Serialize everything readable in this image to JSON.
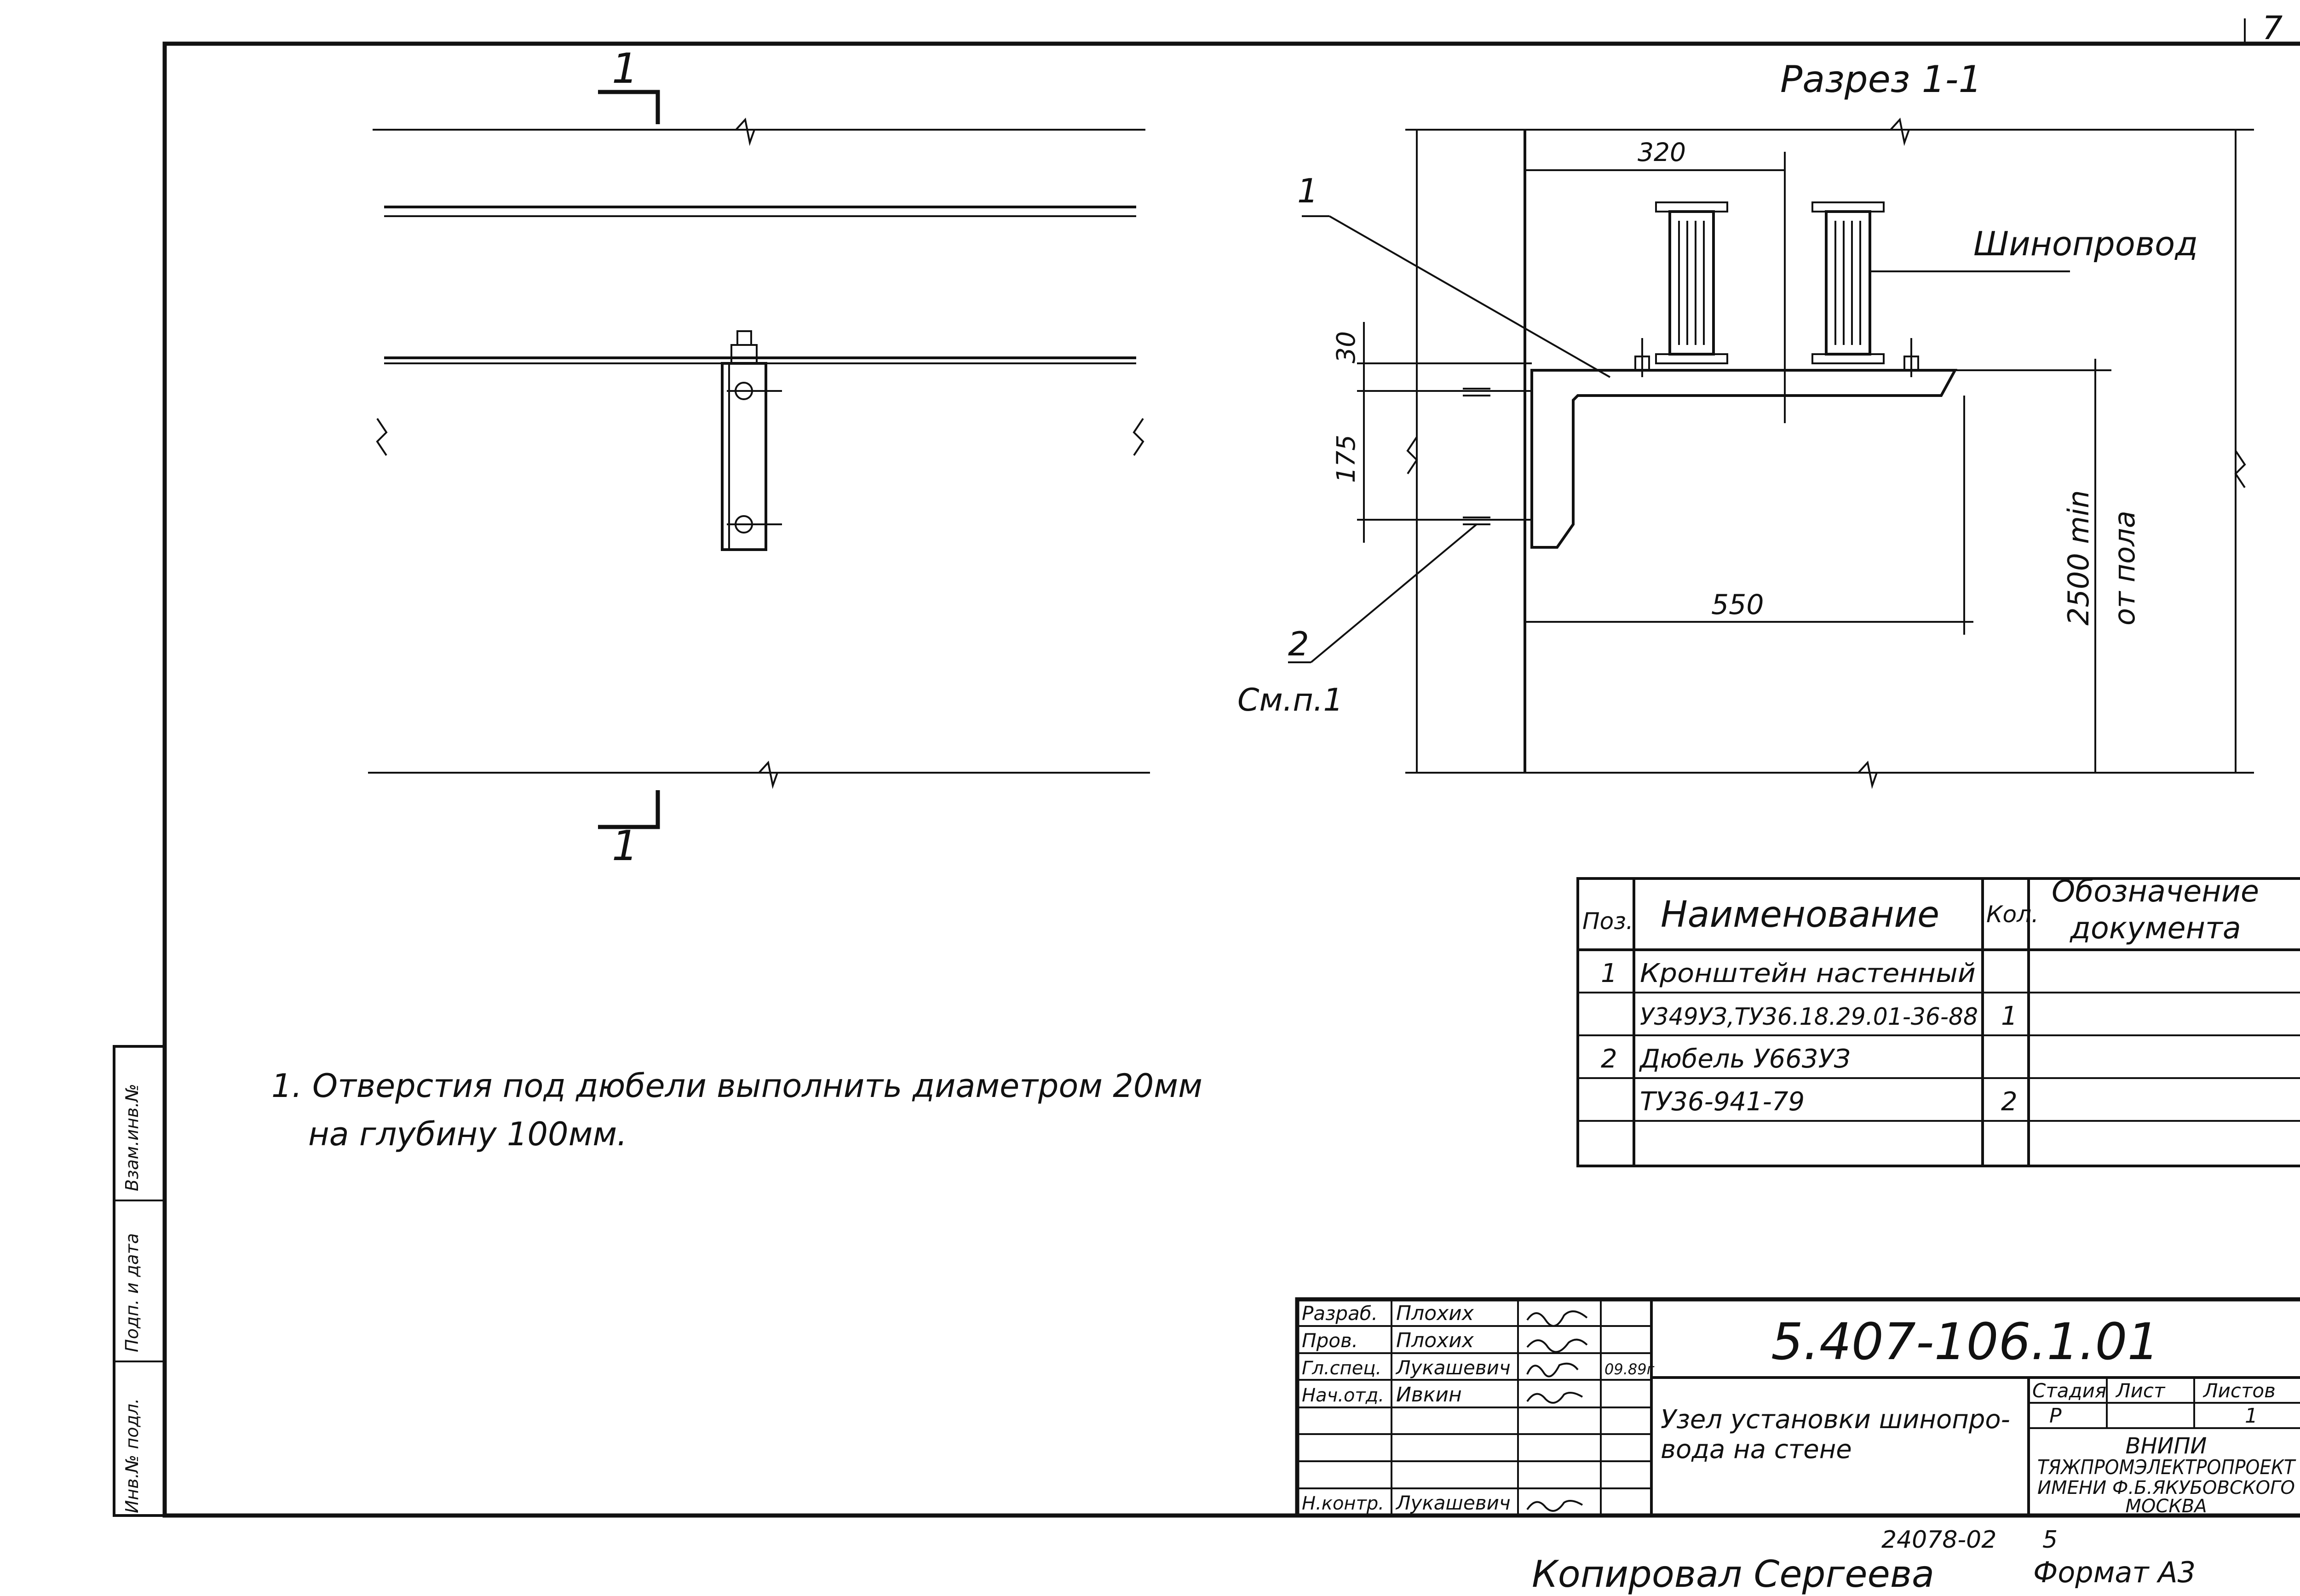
{
  "sheet_number": "7",
  "plan_view": {
    "section_mark_top": "1",
    "section_mark_bottom": "1"
  },
  "section_view": {
    "title": "Разрез 1-1",
    "dim_320": "320",
    "dim_30": "30",
    "dim_175": "175",
    "dim_550": "550",
    "dim_2500": "2500 min",
    "from_floor": "от пола",
    "busway_label": "Шинопровод",
    "callout_1": "1",
    "callout_2": "2",
    "see_note": "См.п.1"
  },
  "note": {
    "line1": "1. Отверстия  под дюбели выполнить диаметром 20мм",
    "line2": "на глубину 100мм."
  },
  "spec_table": {
    "headers": {
      "pos": "Поз.",
      "name": "Наименование",
      "qty": "Кол.",
      "doc_line1": "Обозначение",
      "doc_line2": "документа"
    },
    "rows": [
      {
        "pos": "1",
        "name": "Кронштейн настенный",
        "qty": "",
        "doc": ""
      },
      {
        "pos": "",
        "name": "У349УЗ,ТУ36.18.29.01-36-88",
        "qty": "1",
        "doc": ""
      },
      {
        "pos": "2",
        "name": "Дюбель У663УЗ",
        "qty": "",
        "doc": ""
      },
      {
        "pos": "",
        "name": "ТУ36-941-79",
        "qty": "2",
        "doc": ""
      },
      {
        "pos": "",
        "name": "",
        "qty": "",
        "doc": ""
      }
    ]
  },
  "title_block": {
    "designation": "5.407-106.1.01",
    "title_line1": "Узел установки шинопро-",
    "title_line2": "вода на стене",
    "roles": [
      {
        "role": "Разраб.",
        "name": "Плохих",
        "date": ""
      },
      {
        "role": "Пров.",
        "name": "Плохих",
        "date": ""
      },
      {
        "role": "Гл.спец.",
        "name": "Лукашевич",
        "date": "09.89г"
      },
      {
        "role": "Нач.отд.",
        "name": "Ивкин",
        "date": ""
      },
      {
        "role": "",
        "name": "",
        "date": ""
      },
      {
        "role": "",
        "name": "",
        "date": ""
      },
      {
        "role": "",
        "name": "",
        "date": ""
      },
      {
        "role": "Н.контр.",
        "name": "Лукашевич",
        "date": ""
      }
    ],
    "stage_label": "Стадия",
    "sheet_label": "Лист",
    "sheets_label": "Листов",
    "stage_value": "Р",
    "sheet_value": "",
    "sheets_value": "1",
    "org_line1": "ВНИПИ",
    "org_line2": "ТЯЖПРОМЭЛЕКТРОПРОЕКТ",
    "org_line3": "ИМЕНИ Ф.Б.ЯКУБОВСКОГО",
    "org_line4": "МОСКВА",
    "archive_no": "24078-02",
    "archive_sheet": "5"
  },
  "side_stamp": {
    "inv": "Инв.№ подл.",
    "sign": "Подп. и дата",
    "replace": "Взам.инв.№"
  },
  "footer": {
    "copied_by": "Копировал  Сергеева",
    "format": "Формат А3"
  }
}
